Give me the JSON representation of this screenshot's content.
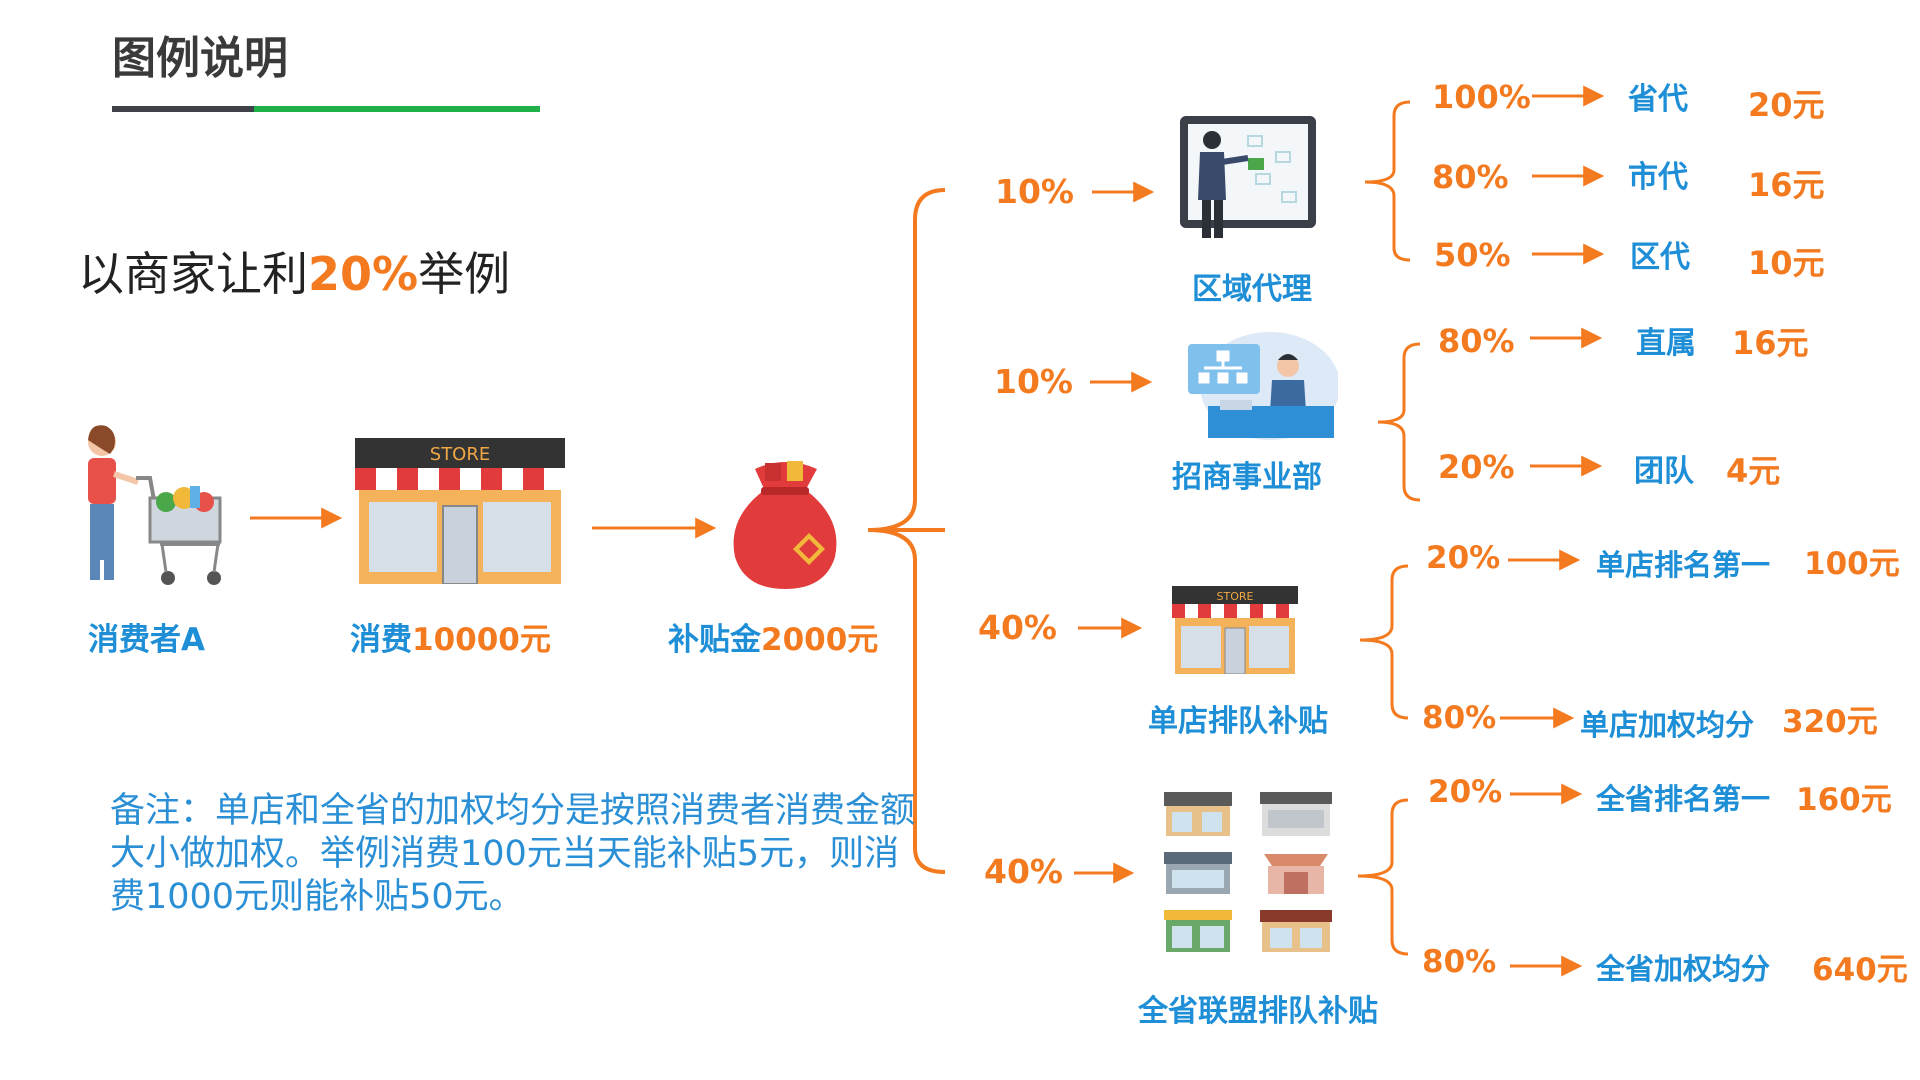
{
  "header": {
    "title": "图例说明"
  },
  "example": {
    "prefix": "以商家让利",
    "highlight": "20%",
    "suffix": "举例"
  },
  "flow": {
    "consumer": "消费者A",
    "spend_label": "消费",
    "spend_value": "10000元",
    "subsidy_label": "补贴金",
    "subsidy_value": "2000元",
    "store_sign": "STORE"
  },
  "branches": [
    {
      "pct": "10%",
      "name": "区域代理",
      "subs": [
        {
          "pct": "100%",
          "label": "省代",
          "amount": "20元"
        },
        {
          "pct": "80%",
          "label": "市代",
          "amount": "16元"
        },
        {
          "pct": "50%",
          "label": "区代",
          "amount": "10元"
        }
      ]
    },
    {
      "pct": "10%",
      "name": "招商事业部",
      "subs": [
        {
          "pct": "80%",
          "label": "直属",
          "amount": "16元"
        },
        {
          "pct": "20%",
          "label": "团队",
          "amount": "4元"
        }
      ]
    },
    {
      "pct": "40%",
      "name": "单店排队补贴",
      "subs": [
        {
          "pct": "20%",
          "label": "单店排名第一",
          "amount": "100元"
        },
        {
          "pct": "80%",
          "label": "单店加权均分",
          "amount": "320元"
        }
      ]
    },
    {
      "pct": "40%",
      "name": "全省联盟排队补贴",
      "subs": [
        {
          "pct": "20%",
          "label": "全省排名第一",
          "amount": "160元"
        },
        {
          "pct": "80%",
          "label": "全省加权均分",
          "amount": "640元"
        }
      ]
    }
  ],
  "note": "备注：单店和全省的加权均分是按照消费者消费金额大小做加权。举例消费100元当天能补贴5元，则消费1000元则能补贴50元。",
  "colors": {
    "orange": "#f47a20",
    "blue": "#1e8fd6",
    "green": "#1fb04a",
    "dark": "#3e4148"
  }
}
